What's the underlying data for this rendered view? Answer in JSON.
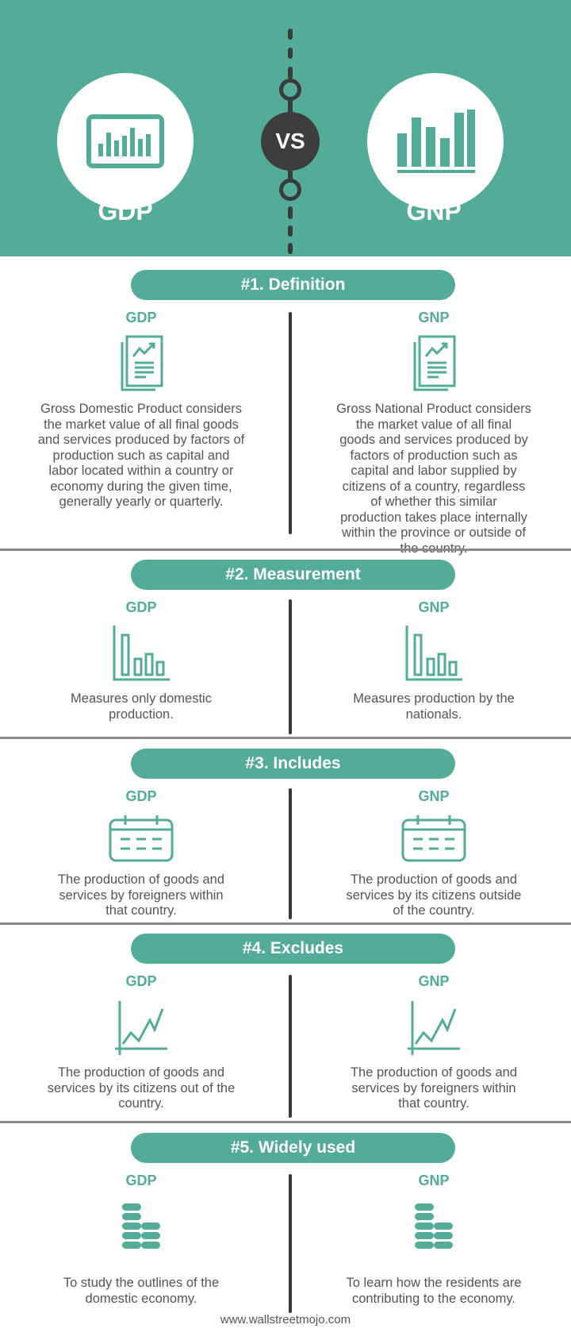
{
  "colors": {
    "accent": "#52ac98",
    "dark": "#3d3d3d",
    "text": "#555555"
  },
  "header": {
    "left_label": "GDP",
    "right_label": "GNP",
    "vs_label": "VS",
    "left_icon": "presentation-bar-chart-icon",
    "right_icon": "bar-chart-icon"
  },
  "sections": [
    {
      "title": "#1. Definition",
      "icon": "document-chart-icon",
      "gdp_label": "GDP",
      "gnp_label": "GNP",
      "gdp_text": "Gross Domestic Product considers\nthe market value of all final goods\nand services produced by factors of\nproduction such as capital and\nlabor located within a country or\neconomy during the given time,\ngenerally yearly or quarterly.",
      "gnp_text": "Gross National Product considers\nthe market value of all final\ngoods and services produced by\nfactors of production such as\ncapital and labor supplied by\ncitizens of a country, regardless\nof whether this similar\nproduction takes place internally\nwithin the province or outside of\nthe country."
    },
    {
      "title": "#2. Measurement",
      "icon": "bar-chart-icon",
      "gdp_label": "GDP",
      "gnp_label": "GNP",
      "gdp_text": "Measures only domestic\nproduction.",
      "gnp_text": "Measures production by the\nnationals."
    },
    {
      "title": "#3. Includes",
      "icon": "calendar-icon",
      "gdp_label": "GDP",
      "gnp_label": "GNP",
      "gdp_text": "The production of goods and\nservices by foreigners within\nthat country.",
      "gnp_text": "The production of goods and\nservices by its citizens outside\nof the country."
    },
    {
      "title": "#4. Excludes",
      "icon": "line-chart-icon",
      "gdp_label": "GDP",
      "gnp_label": "GNP",
      "gdp_text": "The production of goods and\nservices by its citizens out of the\ncountry.",
      "gnp_text": "The production of goods and\nservices by foreigners within\nthat country."
    },
    {
      "title": "#5. Widely used",
      "icon": "coins-icon",
      "gdp_label": "GDP",
      "gnp_label": "GNP",
      "gdp_text": "To study the outlines of the\ndomestic economy.",
      "gnp_text": "To learn how the residents are\ncontributing to the economy."
    }
  ],
  "footer": "www.wallstreetmojo.com"
}
